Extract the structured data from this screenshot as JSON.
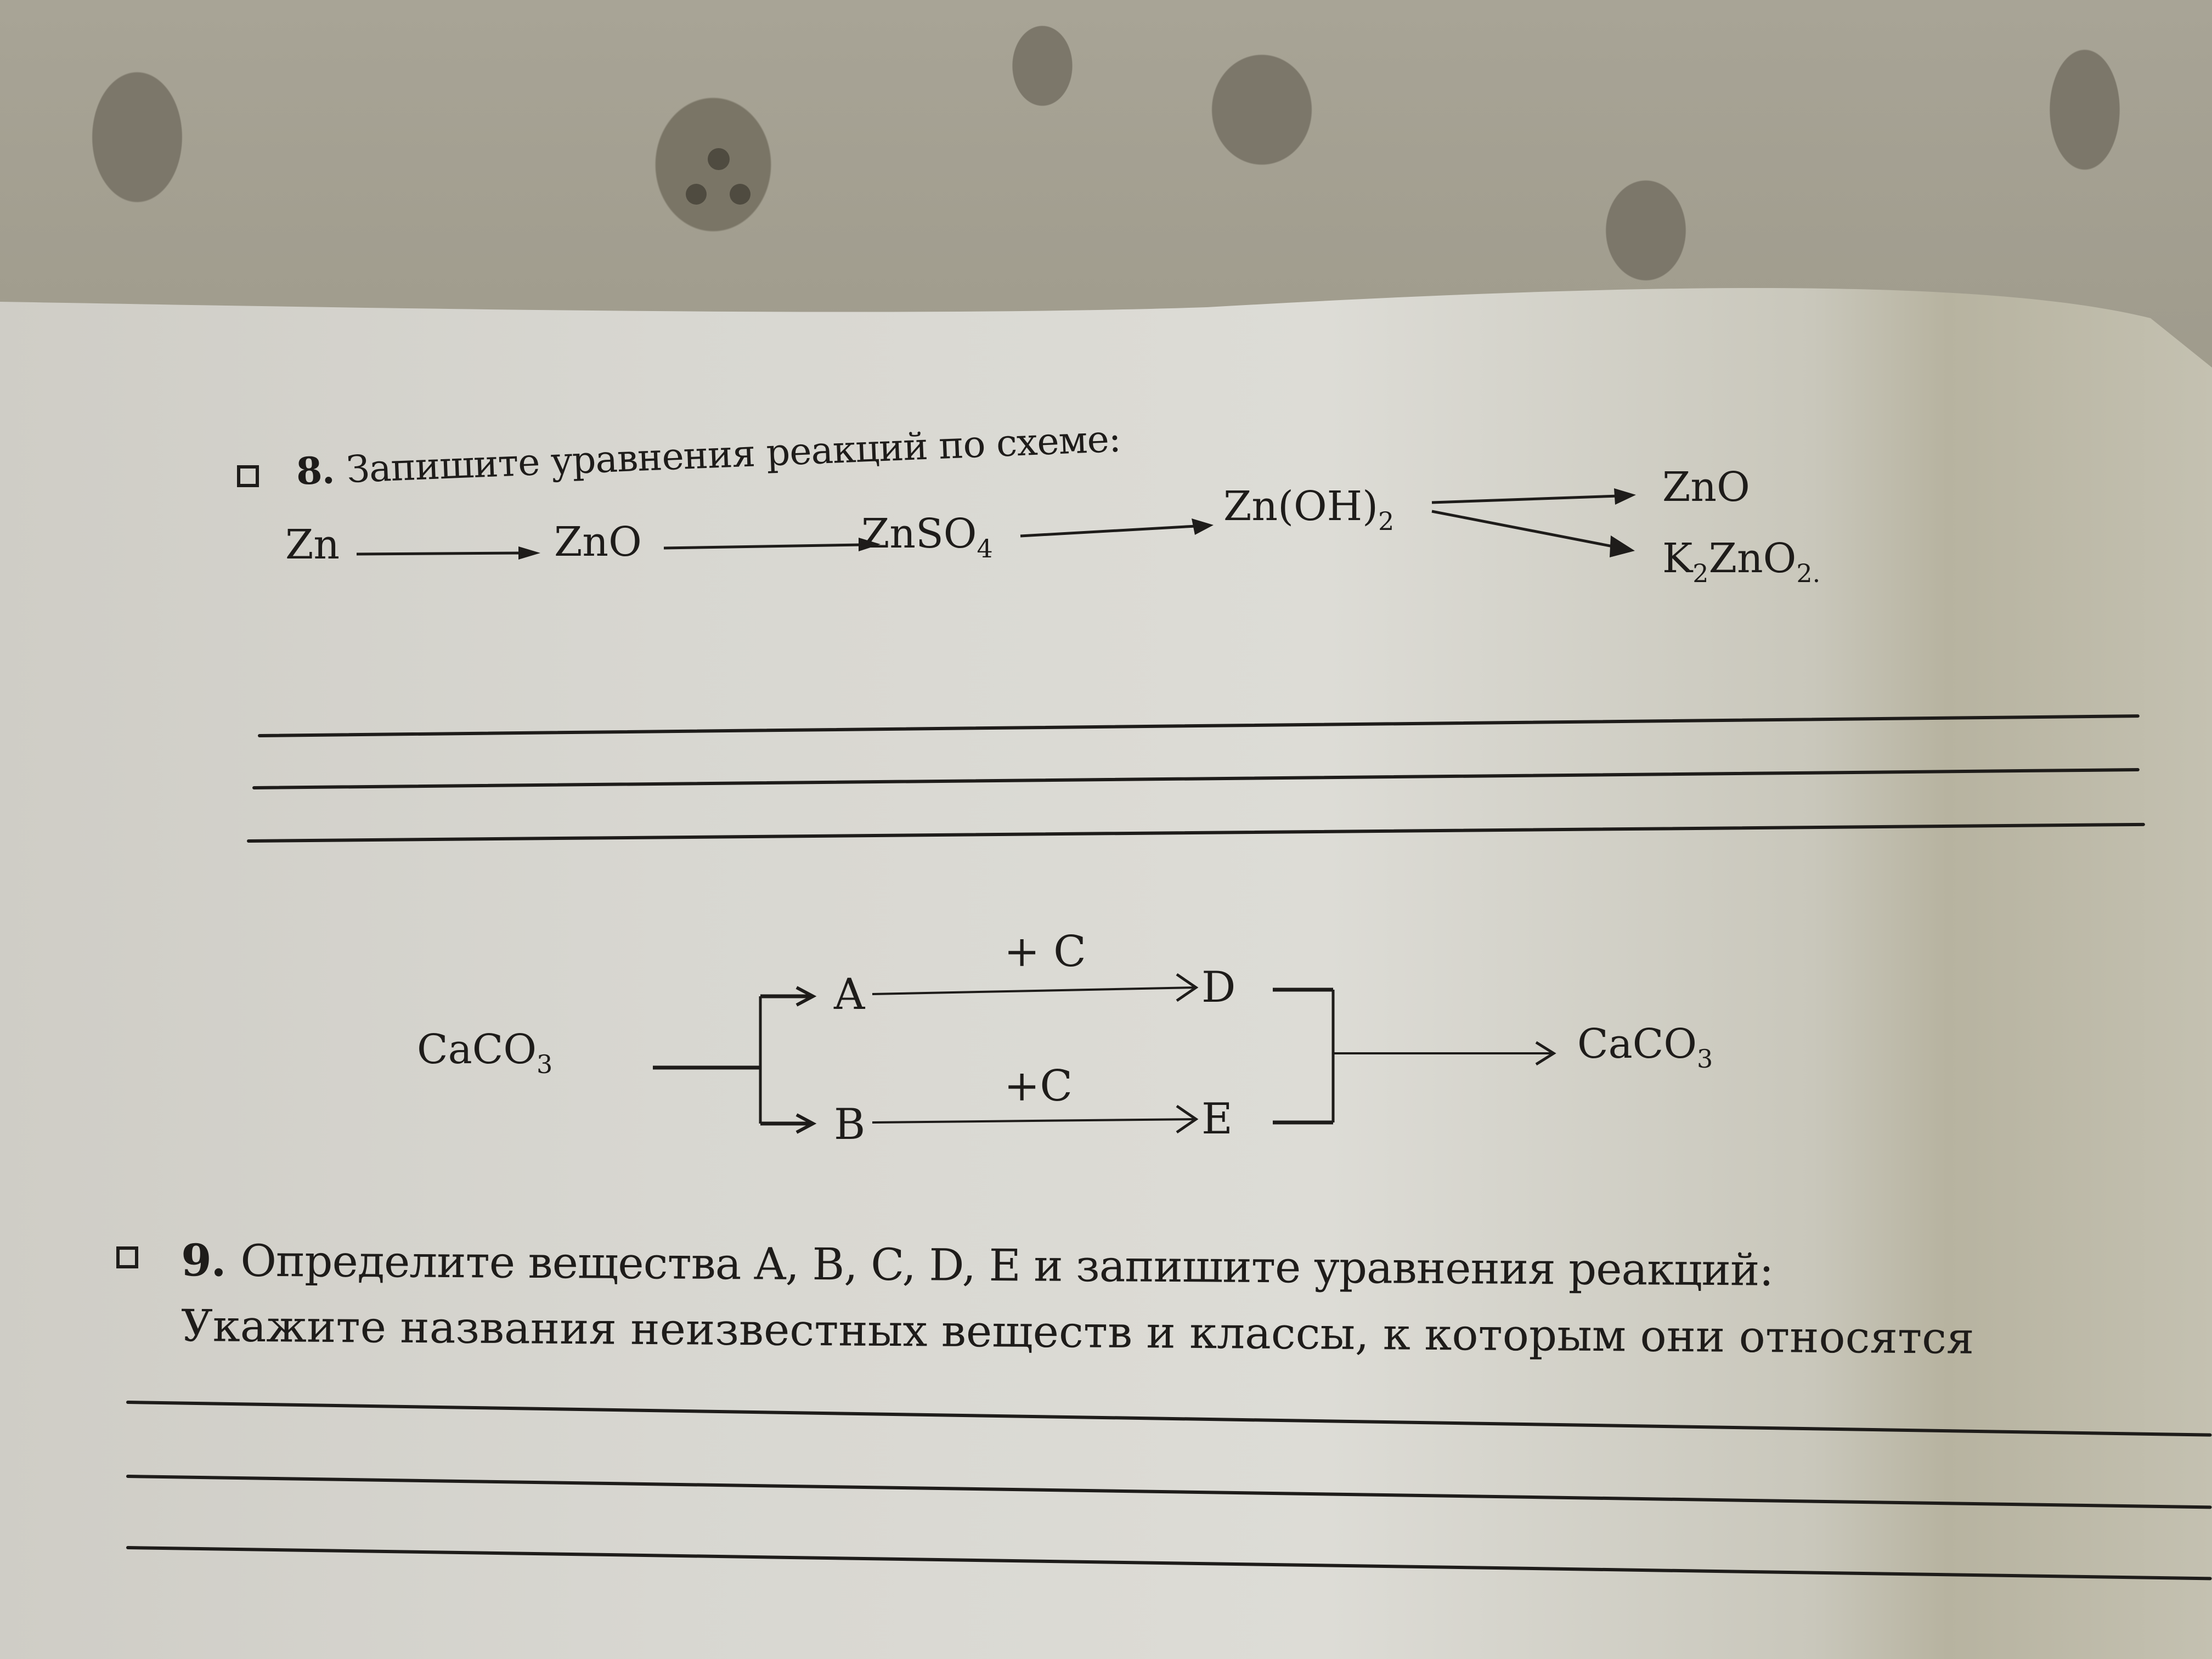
{
  "task8": {
    "number": "8.",
    "title": "Запишите уравнения реакций по схеме:",
    "scheme": {
      "zn": "Zn",
      "zno": "ZnO",
      "znso4": {
        "base": "ZnSO",
        "sub": "4"
      },
      "znoh2": {
        "base": "Zn(OH)",
        "sub": "2"
      },
      "branch_top": "ZnO",
      "branch_bottom": {
        "k": "K",
        "k_sub": "2",
        "rest": "ZnO",
        "rest_sub": "2."
      }
    },
    "answer_lines": 3
  },
  "diagram": {
    "start": {
      "base": "CaCO",
      "sub": "3"
    },
    "a": "A",
    "b": "B",
    "d": "D",
    "e": "E",
    "reagent_top": "+ C",
    "reagent_bottom": "+C",
    "end": {
      "base": "CaCO",
      "sub": "3"
    }
  },
  "task9": {
    "number": "9.",
    "line1": "Определите вещества A, B, C, D, E и запишите уравнения реакций:",
    "line2": "Укажите названия неизвестных веществ и классы, к которым они относятся",
    "answer_lines": 3
  },
  "colors": {
    "ink": "#1e1c1a",
    "paper": "#d8d7d1",
    "fabric": "#9f9b8c"
  }
}
